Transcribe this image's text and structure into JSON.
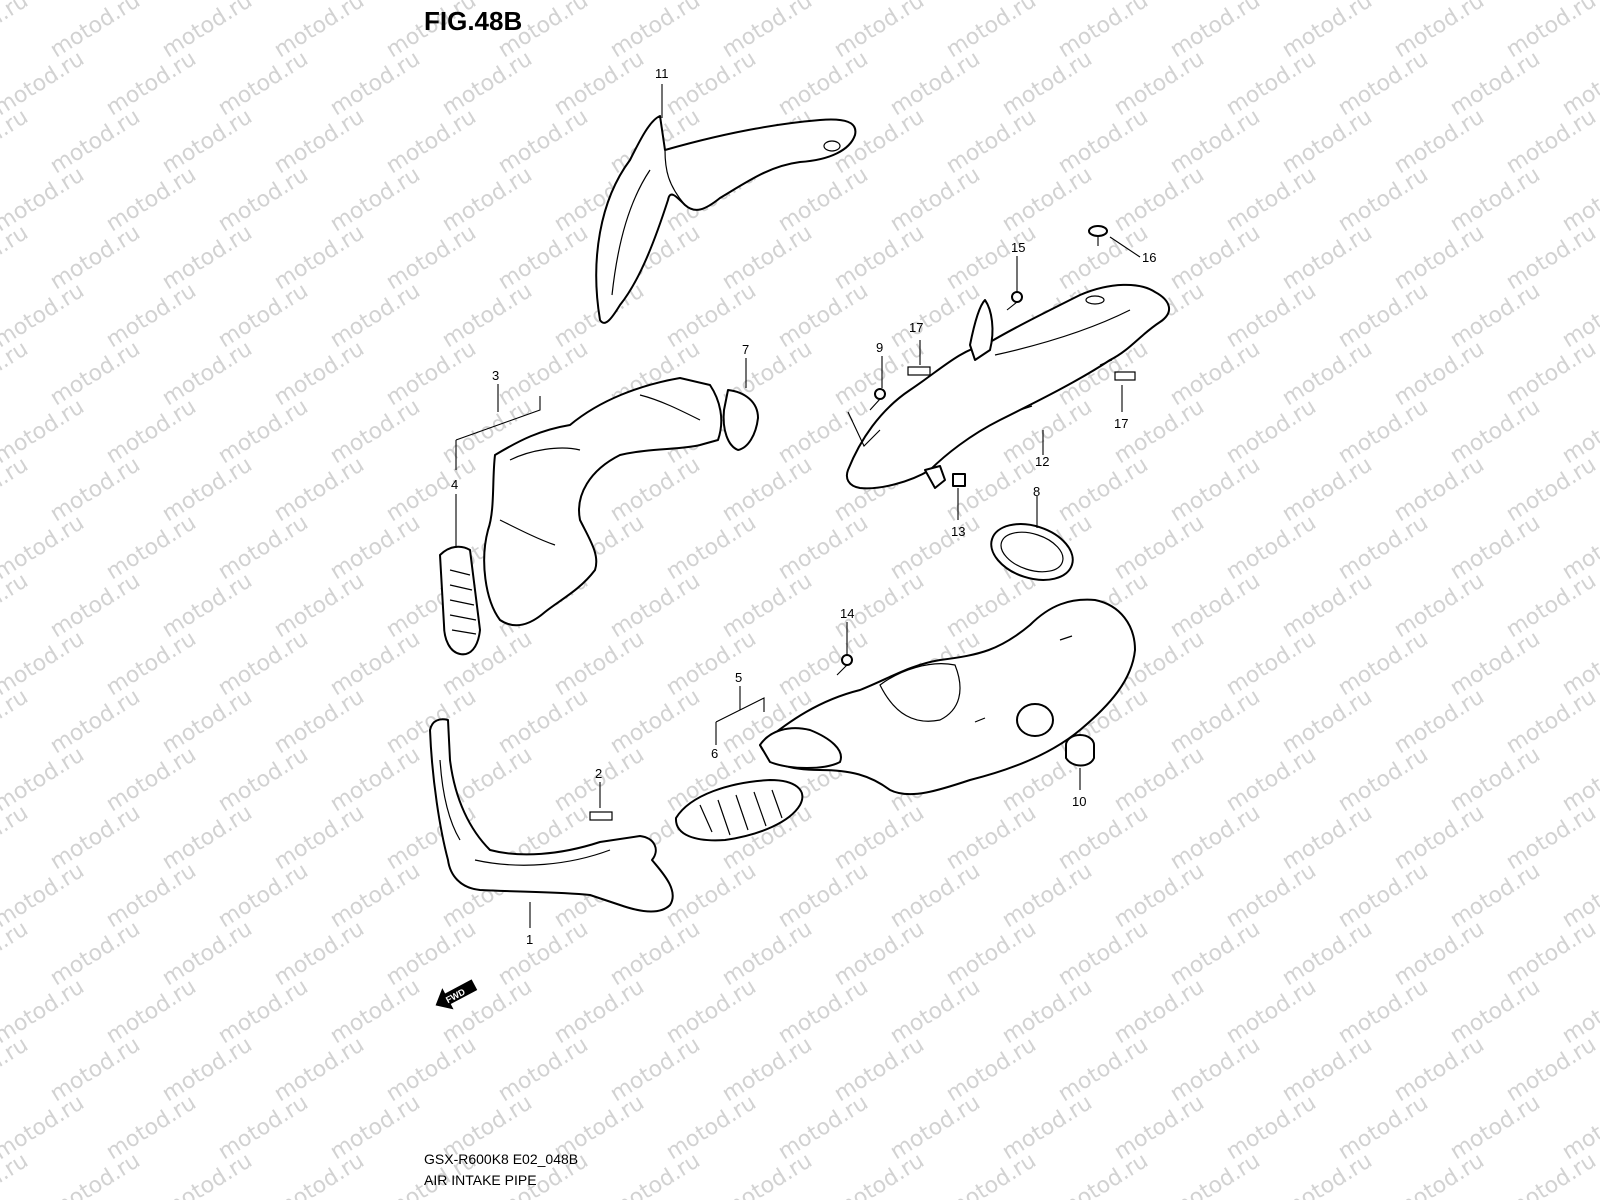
{
  "figure": {
    "title": "FIG.48B",
    "model_code": "GSX-R600K8 E02_048B",
    "name": "AIR INTAKE PIPE"
  },
  "watermark": {
    "text": "motod.ru"
  },
  "callouts": [
    "1",
    "2",
    "3",
    "4",
    "5",
    "6",
    "7",
    "8",
    "9",
    "10",
    "11",
    "12",
    "13",
    "14",
    "15",
    "16",
    "17",
    "17"
  ],
  "direction_badge": {
    "label": "FWD"
  }
}
